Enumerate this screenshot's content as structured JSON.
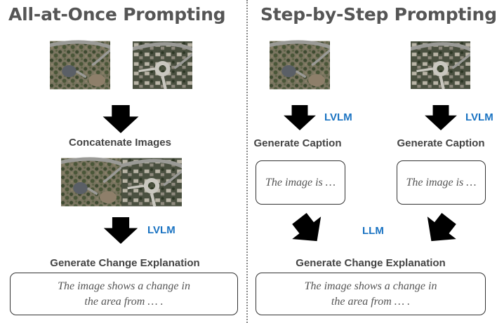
{
  "left": {
    "title": "All-at-Once Prompting",
    "step_concat": "Concatenate Images",
    "model": "LVLM",
    "step_explain": "Generate Change Explanation",
    "output_lines": [
      "The image shows a change in",
      "the area from … ."
    ]
  },
  "right": {
    "title": "Step-by-Step Prompting",
    "model_a": "LVLM",
    "model_b": "LVLM",
    "caption_a": "Generate Caption",
    "caption_b": "Generate Caption",
    "caption_text_a": "The image is …",
    "caption_text_b": "The image is …",
    "model_llm": "LLM",
    "step_explain": "Generate Change Explanation",
    "output_lines": [
      "The image shows a change in",
      "the area from … ."
    ]
  },
  "colors": {
    "title": "#555555",
    "model": "#1a73c2",
    "arrow": "#000000"
  }
}
